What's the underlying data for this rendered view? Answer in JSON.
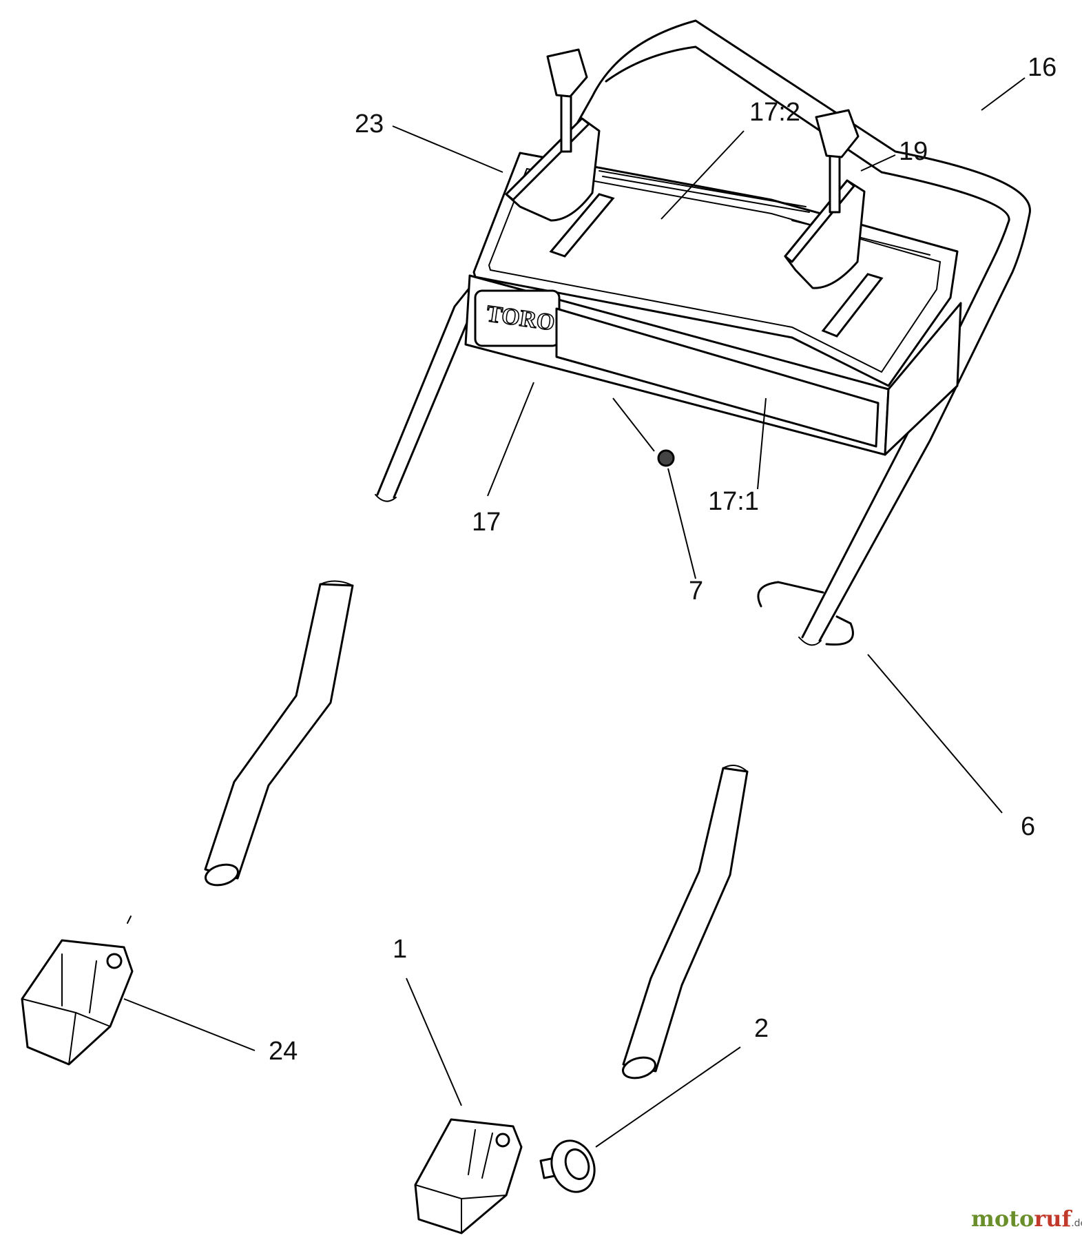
{
  "diagram": {
    "logo_text": "TORO",
    "callouts": {
      "c16": "16",
      "c17_2": "17:2",
      "c23": "23",
      "c19": "19",
      "c17": "17",
      "c7": "7",
      "c17_1": "17:1",
      "c6": "6",
      "c1": "1",
      "c2": "2",
      "c24": "24"
    }
  },
  "watermark": {
    "main_a": "moto",
    "main_b": "ruf",
    "suffix": ".de"
  }
}
